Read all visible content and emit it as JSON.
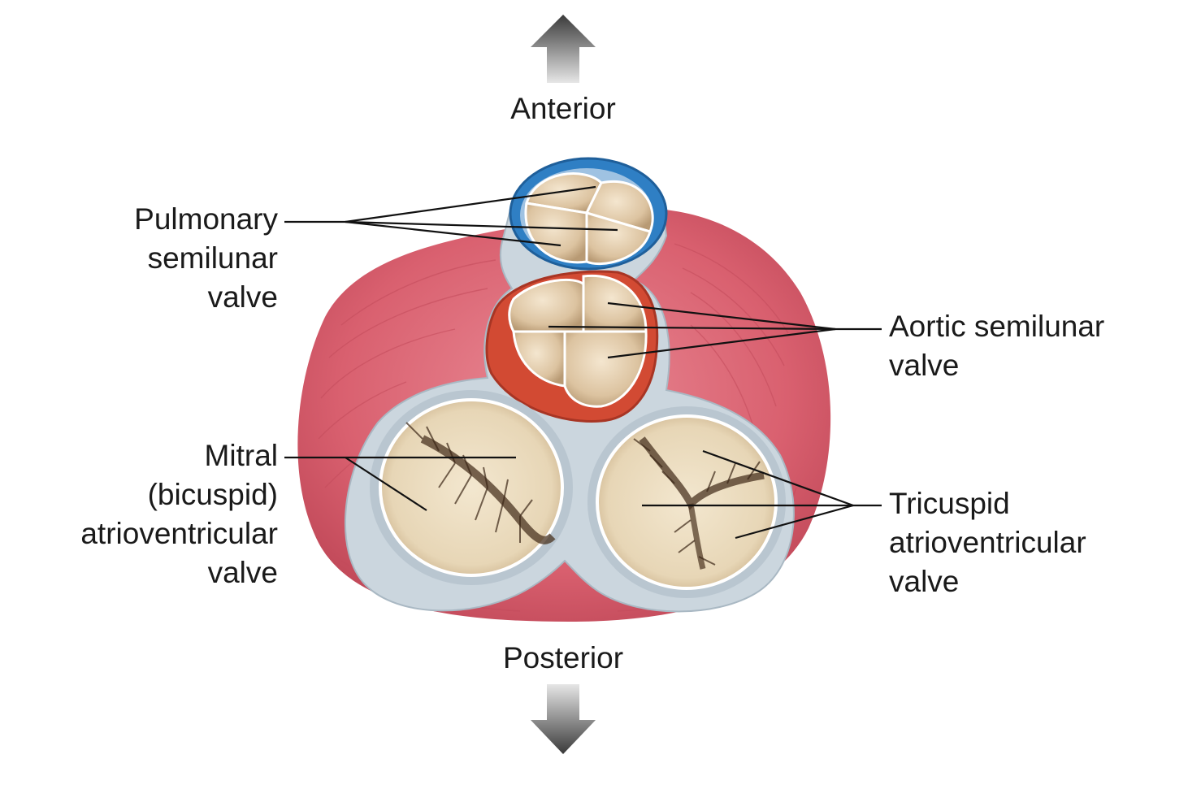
{
  "orientation": {
    "anterior": "Anterior",
    "posterior": "Posterior"
  },
  "labels": {
    "pulmonary": [
      "Pulmonary",
      "semilunar",
      "valve"
    ],
    "aortic": [
      "Aortic semilunar",
      "valve"
    ],
    "mitral": [
      "Mitral",
      "(bicuspid)",
      "atrioventricular",
      "valve"
    ],
    "tricuspid": [
      "Tricuspid",
      "atrioventricular",
      "valve"
    ]
  },
  "colors": {
    "muscle": "#d9606f",
    "muscle_dark": "#b8404f",
    "skeleton": "#c9d4dc",
    "pulmonary_ring": "#2f7fc4",
    "aortic_ring": "#d24a33",
    "cusp": "#e8d3b3",
    "arrow": "#444444"
  },
  "icons": {
    "up": "arrow-up-icon",
    "down": "arrow-down-icon"
  }
}
